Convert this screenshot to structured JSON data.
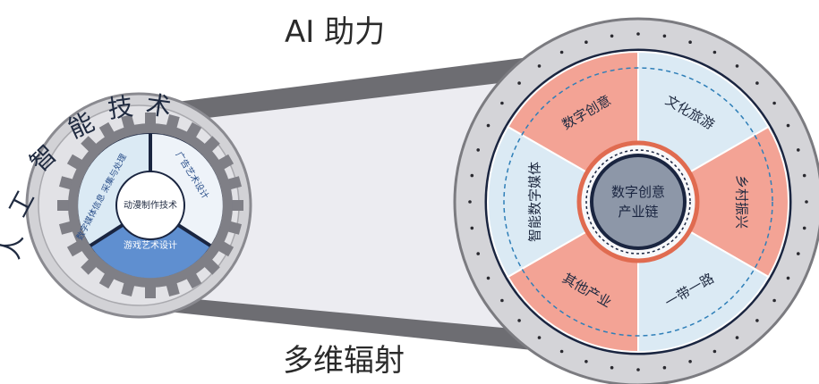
{
  "top_label": "AI 助力",
  "bottom_label": "多维辐射",
  "left_wheel": {
    "arc_text": [
      "人",
      "工",
      "智",
      "能",
      "技",
      "术"
    ],
    "segments": [
      {
        "label": "数字媒体信息 采集与处理"
      },
      {
        "label": "广告艺术设计"
      },
      {
        "label": "游戏艺术设计"
      }
    ],
    "hub_label": "动漫制作技术"
  },
  "right_wheel": {
    "segments": [
      {
        "label": "文化旅游",
        "color": "#dbeaf4"
      },
      {
        "label": "乡村振兴",
        "color": "#f3a395"
      },
      {
        "label": "一带一路",
        "color": "#dbeaf4"
      },
      {
        "label": "其他产业",
        "color": "#f3a395"
      },
      {
        "label": "智能数字媒体",
        "color": "#dbeaf4"
      },
      {
        "label": "数字创意",
        "color": "#f3a395"
      }
    ],
    "hub_lines": [
      "数字创意",
      "产业链"
    ]
  },
  "colors": {
    "belt": "#6d6d72",
    "belt_face": "#ececf1",
    "rim": "#d2d2d6",
    "gear": "#7f7f86",
    "pink": "#f3a395",
    "light_blue": "#dbeaf4",
    "blue": "#5f8fd0",
    "navy": "#1a2540",
    "hub": "#8d97a8"
  }
}
